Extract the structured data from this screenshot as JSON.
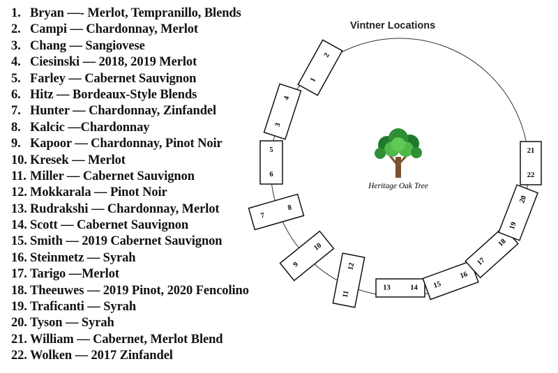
{
  "vintners": [
    {
      "num": "1.",
      "text": "Bryan —- Merlot, Tempranillo, Blends"
    },
    {
      "num": "2.",
      "text": "Campi — Chardonnay, Merlot"
    },
    {
      "num": "3.",
      "text": "Chang — Sangiovese"
    },
    {
      "num": "4.",
      "text": "Ciesinski — 2018, 2019 Merlot"
    },
    {
      "num": "5.",
      "text": "Farley — Cabernet Sauvignon"
    },
    {
      "num": "6.",
      "text": "Hitz — Bordeaux-Style Blends"
    },
    {
      "num": "7.",
      "text": "Hunter — Chardonnay, Zinfandel"
    },
    {
      "num": "8.",
      "text": "Kalcic —Chardonnay"
    },
    {
      "num": "9.",
      "text": "Kapoor — Chardonnay, Pinot Noir"
    },
    {
      "num": "10.",
      "text": "Kresek — Merlot"
    },
    {
      "num": "11.",
      "text": "Miller — Cabernet Sauvignon"
    },
    {
      "num": "12.",
      "text": "Mokkarala — Pinot Noir"
    },
    {
      "num": "13.",
      "text": "Rudrakshi — Chardonnay, Merlot"
    },
    {
      "num": "14.",
      "text": "Scott — Cabernet Sauvignon"
    },
    {
      "num": "15.",
      "text": "Smith — 2019 Cabernet Sauvignon"
    },
    {
      "num": "16.",
      "text": "Steinmetz — Syrah"
    },
    {
      "num": "17.",
      "text": "Tarigo —Merlot"
    },
    {
      "num": "18.",
      "text": "Theeuwes — 2019 Pinot, 2020 Fencolino"
    },
    {
      "num": "19.",
      "text": "Traficanti — Syrah"
    },
    {
      "num": "20.",
      "text": "Tyson — Syrah"
    },
    {
      "num": "21.",
      "text": "William — Cabernet, Merlot Blend"
    },
    {
      "num": "22.",
      "text": "Wolken — 2017 Zinfandel"
    }
  ],
  "map": {
    "title": "Vintner Locations",
    "tree_caption": "Heritage Oak Tree",
    "booths": [
      [
        "1",
        "2"
      ],
      [
        "3",
        "4"
      ],
      [
        "5",
        "6"
      ],
      [
        "7",
        "8"
      ],
      [
        "9",
        "10"
      ],
      [
        "11",
        "12"
      ],
      [
        "13",
        "14"
      ],
      [
        "15",
        "16"
      ],
      [
        "17",
        "18"
      ],
      [
        "19",
        "20"
      ],
      [
        "21",
        "22"
      ]
    ],
    "colors": {
      "ring": "#333333",
      "booth_border": "#111111",
      "foliage_dark": "#1f7a2e",
      "foliage_light": "#4fb94a",
      "trunk": "#7a5230"
    }
  }
}
